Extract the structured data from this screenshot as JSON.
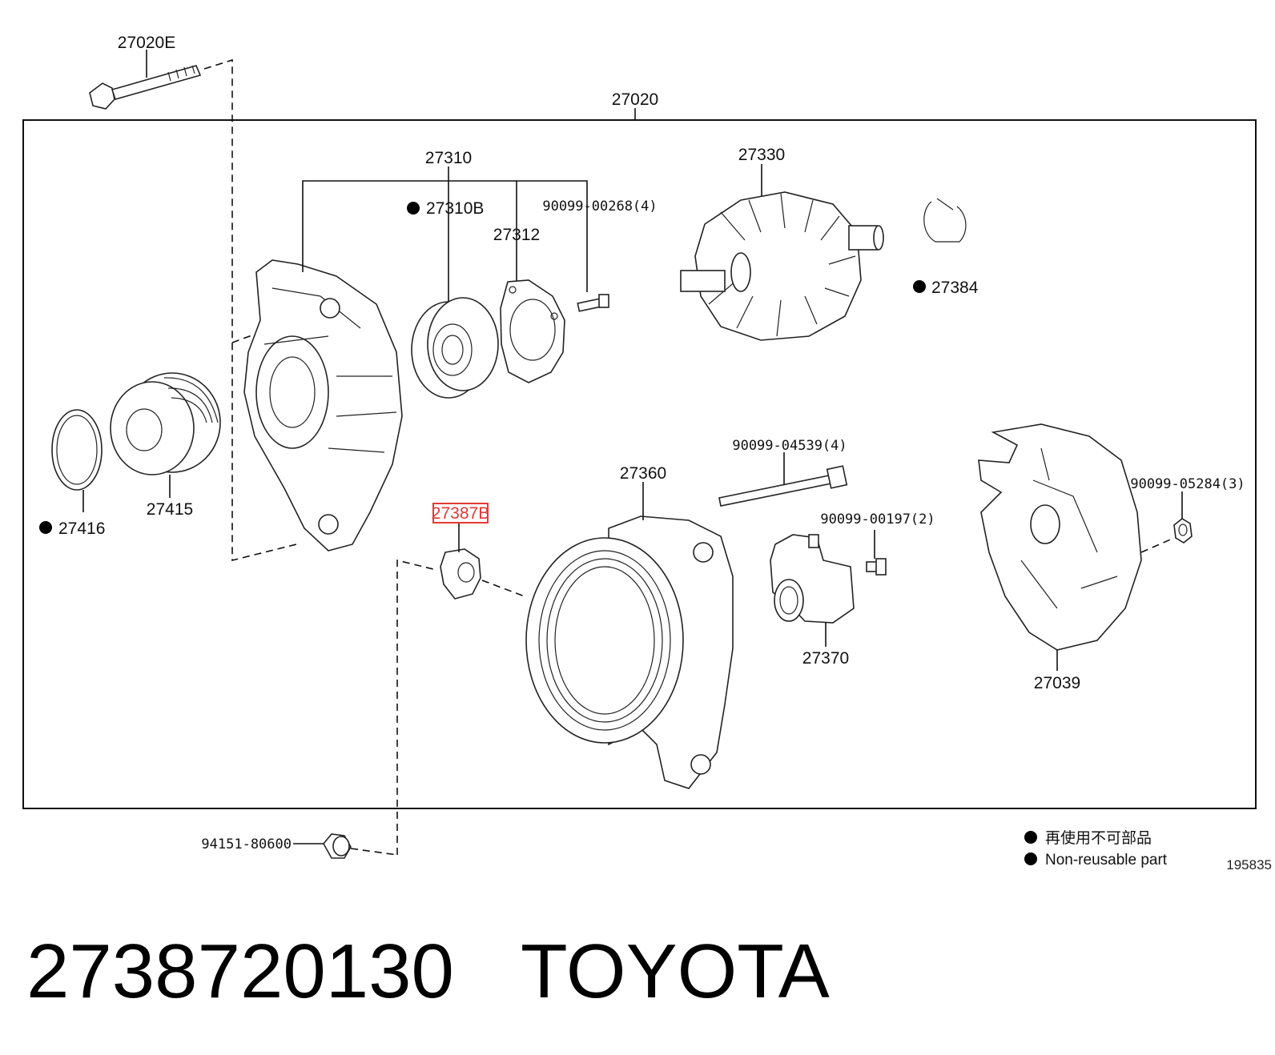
{
  "diagram": {
    "assembly_label": "27020",
    "parts": [
      {
        "id": "bolt",
        "number": "27020E",
        "non_reusable": false
      },
      {
        "id": "housing",
        "number": "27310",
        "non_reusable": false
      },
      {
        "id": "bearing",
        "number": "27310B",
        "non_reusable": true
      },
      {
        "id": "retainer",
        "number": "27312",
        "non_reusable": false
      },
      {
        "id": "screw-a",
        "number": "90099-00268(4)",
        "non_reusable": false
      },
      {
        "id": "rotor",
        "number": "27330",
        "non_reusable": false
      },
      {
        "id": "clip",
        "number": "27384",
        "non_reusable": true
      },
      {
        "id": "cap-ring",
        "number": "27416",
        "non_reusable": true
      },
      {
        "id": "pulley",
        "number": "27415",
        "non_reusable": false
      },
      {
        "id": "terminal-insulator",
        "number": "27387B",
        "non_reusable": false,
        "highlighted": true
      },
      {
        "id": "stator-frame",
        "number": "27360",
        "non_reusable": false
      },
      {
        "id": "through-bolt",
        "number": "90099-04539(4)",
        "non_reusable": false
      },
      {
        "id": "screw-b",
        "number": "90099-00197(2)",
        "non_reusable": false
      },
      {
        "id": "brush-holder",
        "number": "27370",
        "non_reusable": false
      },
      {
        "id": "nut",
        "number": "90099-05284(3)",
        "non_reusable": false
      },
      {
        "id": "rear-cover",
        "number": "27039",
        "non_reusable": false
      },
      {
        "id": "terminal-nut",
        "number": "94151-80600",
        "non_reusable": false
      }
    ],
    "highlight_color": "#e53935",
    "legend": {
      "line_jp": "再使用不可部品",
      "line_en": "Non-reusable part"
    },
    "figure_number": "195835"
  },
  "caption": {
    "part_number": "2738720130",
    "brand": "TOYOTA"
  }
}
